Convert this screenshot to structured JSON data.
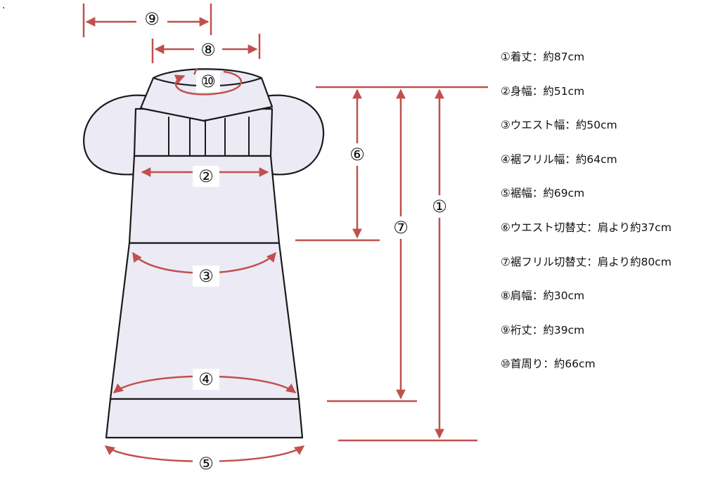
{
  "colors": {
    "arrow": "#c0504d",
    "fill": "#ecebf5",
    "outline": "#1a1a1a",
    "text": "#111111"
  },
  "corner_mark": ".",
  "markers": {
    "m1": "①",
    "m2": "②",
    "m3": "③",
    "m4": "④",
    "m5": "⑤",
    "m6": "⑥",
    "m7": "⑦",
    "m8": "⑧",
    "m9": "⑨",
    "m10": "⑩"
  },
  "legend": [
    "①着丈：約87cm",
    "②身幅：約51cm",
    "③ウエスト幅：約50cm",
    "④裾フリル幅：約64cm",
    "⑤裾幅：約69cm",
    "⑥ウエスト切替丈：肩より約37cm",
    "⑦裾フリル切替丈：肩より約80cm",
    "⑧肩幅：約30cm",
    "⑨裄丈：約39cm",
    "⑩首周り：約66cm"
  ]
}
